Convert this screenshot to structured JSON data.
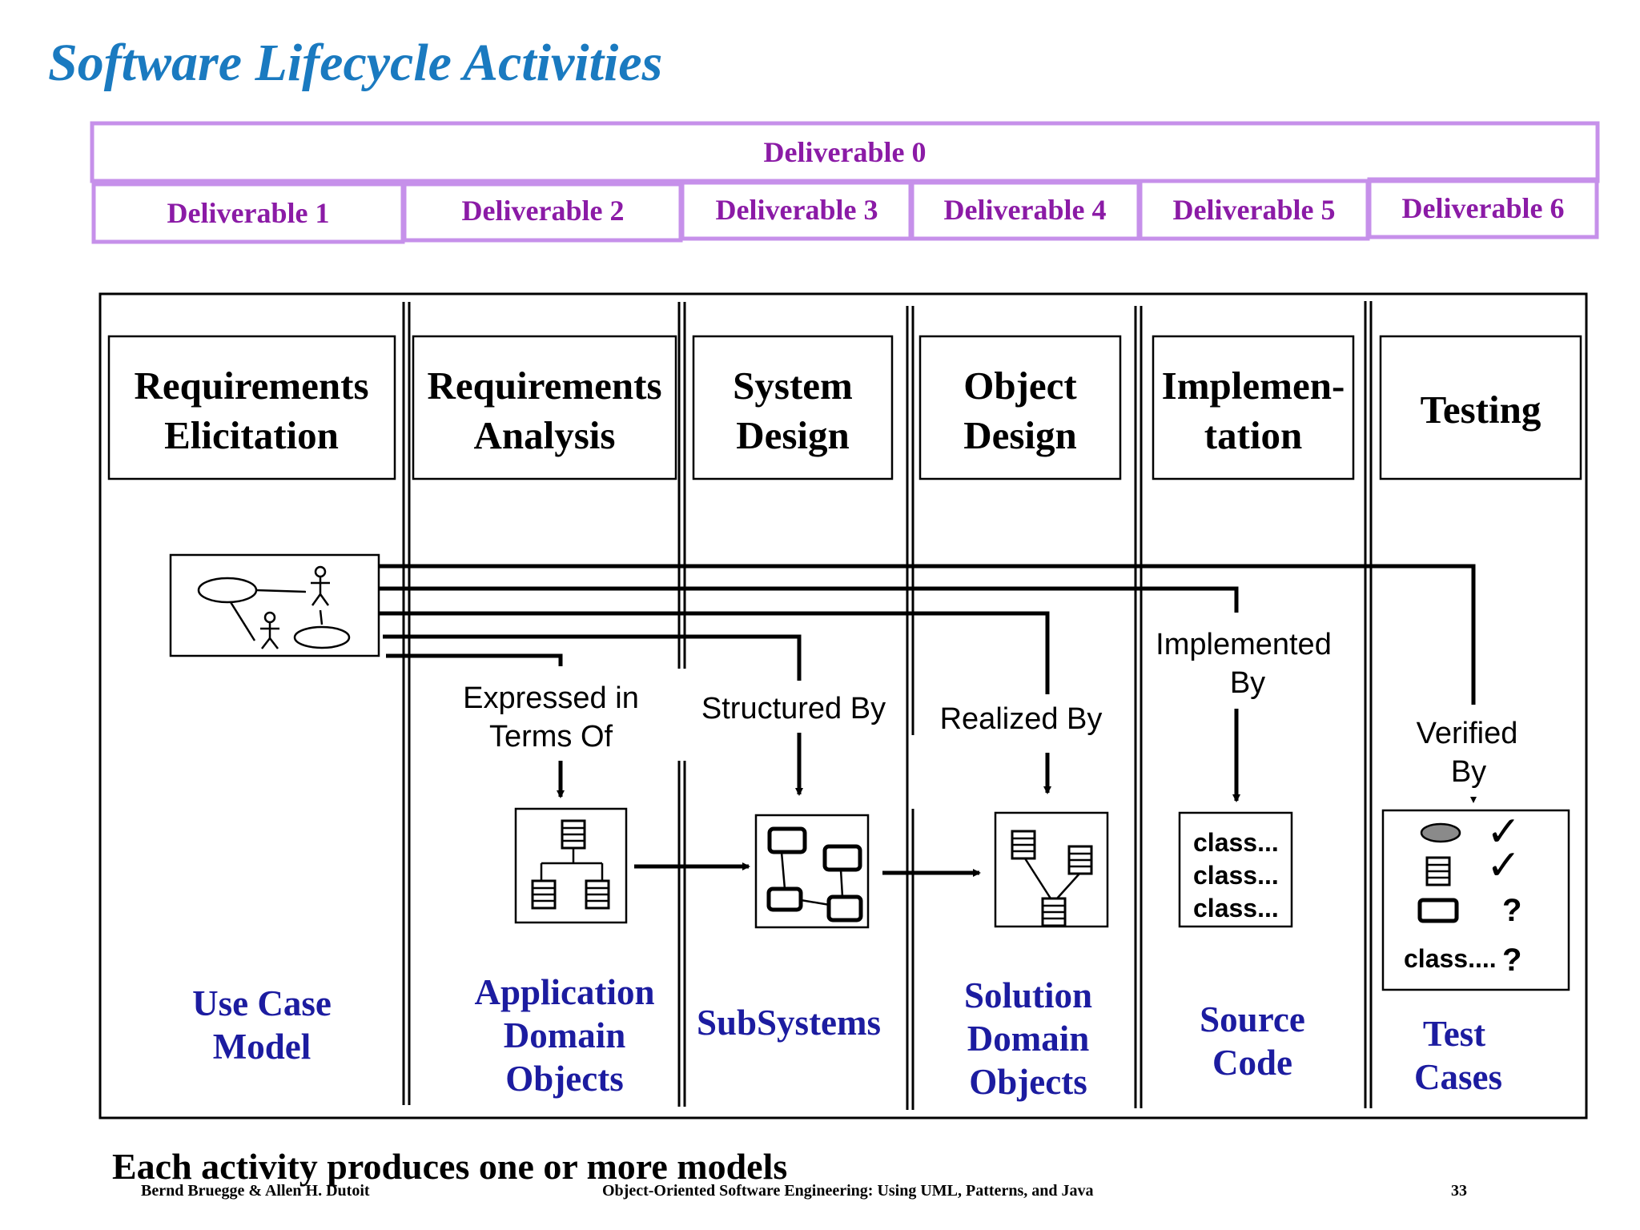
{
  "title": "Software Lifecycle Activities",
  "colors": {
    "title": "#1a7ac0",
    "deliverable": "#8b1ba6",
    "deliverable_border": "#c690ea",
    "model": "#1c1ca0",
    "ink": "#000000"
  },
  "deliverables": {
    "d0": "Deliverable 0",
    "d1": "Deliverable 1",
    "d2": "Deliverable 2",
    "d3": "Deliverable 3",
    "d4": "Deliverable 4",
    "d5": "Deliverable 5",
    "d6": "Deliverable 6"
  },
  "activities": {
    "elicitation": [
      "Requirements",
      "Elicitation"
    ],
    "analysis": [
      "Requirements",
      "Analysis"
    ],
    "system_design": [
      "System",
      "Design"
    ],
    "object_design": [
      "Object",
      "Design"
    ],
    "implementation": [
      "Implemen-",
      "tation"
    ],
    "testing": "Testing"
  },
  "relations": {
    "expressed": [
      "Expressed in",
      "Terms Of"
    ],
    "structured": "Structured By",
    "realized": "Realized By",
    "implemented": [
      "Implemented",
      "By"
    ],
    "verified": [
      "Verified",
      "By"
    ]
  },
  "models": {
    "use_case": [
      "Use Case",
      "Model"
    ],
    "application": [
      "Application",
      "Domain",
      "Objects"
    ],
    "subsystems": "SubSystems",
    "solution": [
      "Solution",
      "Domain",
      "Objects"
    ],
    "source": [
      "Source",
      "Code"
    ],
    "test": [
      "Test",
      "Cases"
    ]
  },
  "code_lines": [
    "class...",
    "class...",
    "class..."
  ],
  "test_icons": {
    "check_mark": "✓",
    "question_mark": "?",
    "class_label": "class....",
    "class_question": "?"
  },
  "tagline": "Each activity produces one or more models",
  "footer": {
    "authors": "Bernd Bruegge & Allen H. Dutoit",
    "book": "Object-Oriented Software Engineering: Using UML, Patterns, and Java",
    "page": "33"
  }
}
